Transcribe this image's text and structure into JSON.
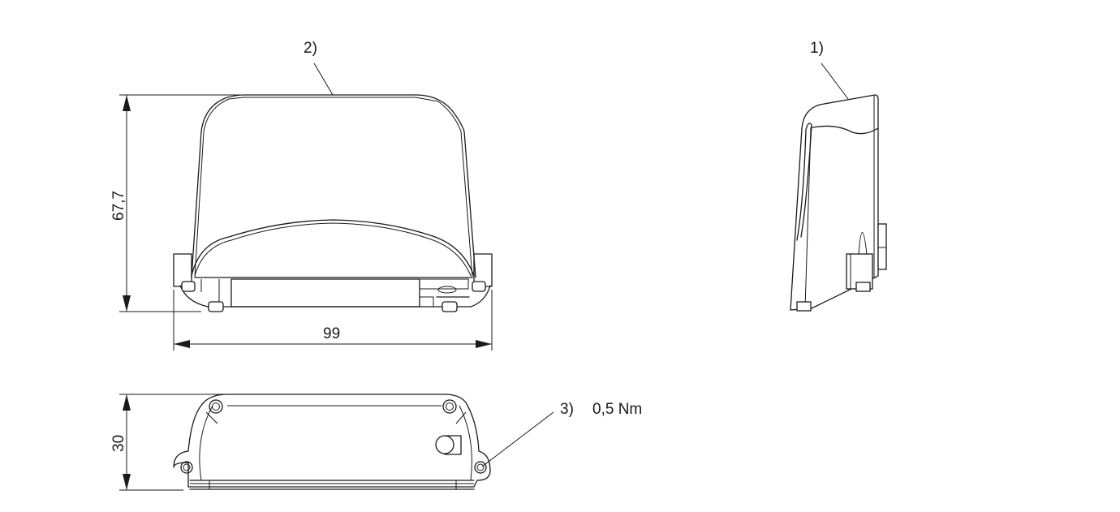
{
  "drawing": {
    "front_view": {
      "callout": "2)",
      "height_dimension": "67,7",
      "width_dimension": "99"
    },
    "side_view": {
      "callout": "1)"
    },
    "bottom_view": {
      "height_dimension": "30",
      "callout": "3)",
      "torque_note": "0,5 Nm"
    }
  }
}
